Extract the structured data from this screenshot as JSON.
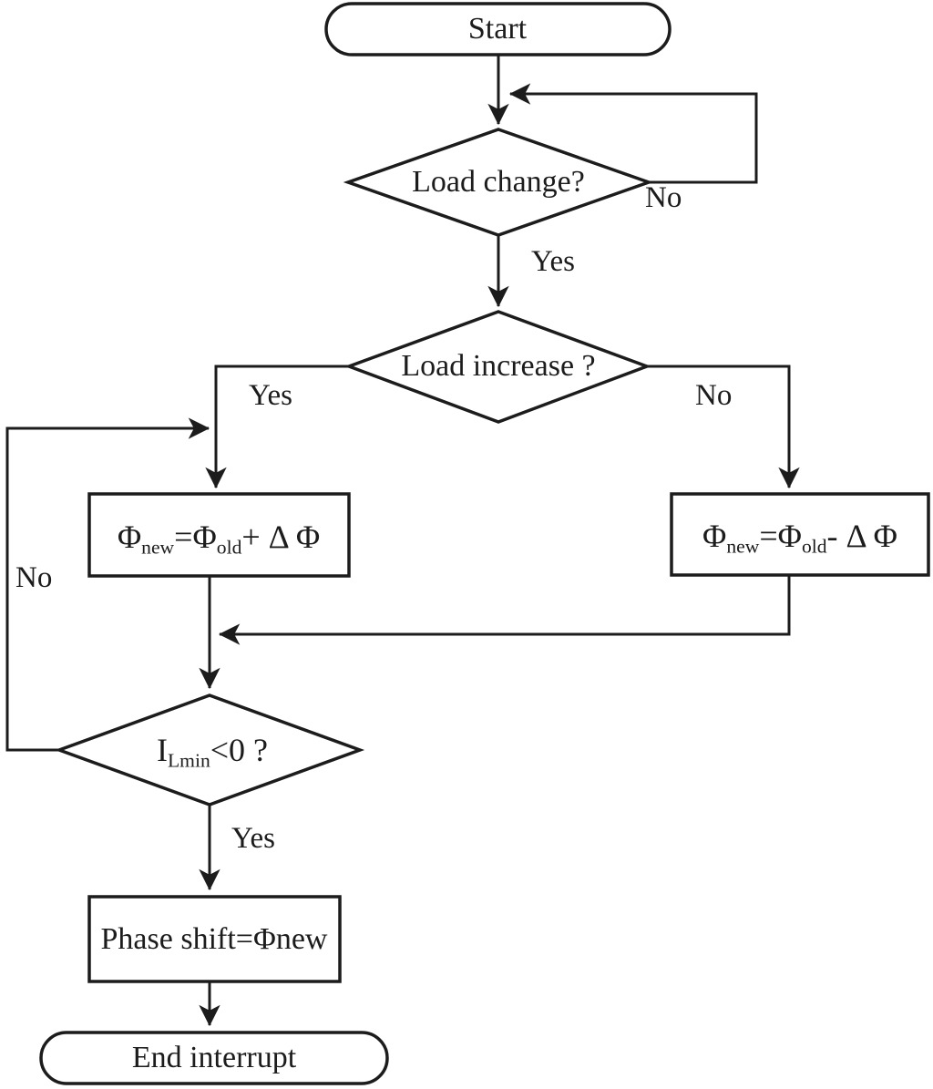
{
  "flowchart": {
    "nodes": {
      "start": {
        "type": "terminator",
        "label": "Start"
      },
      "load_change": {
        "type": "decision",
        "label": "Load change?"
      },
      "load_increase": {
        "type": "decision",
        "label": "Load increase ?"
      },
      "phi_increase": {
        "type": "process",
        "formula": "Φ_{new}=Φ_{old}+ Δ Φ"
      },
      "phi_decrease": {
        "type": "process",
        "formula": "Φ_{new}=Φ_{old}- Δ Φ"
      },
      "ilmin": {
        "type": "decision",
        "formula": "I_{Lmin}<0 ?"
      },
      "phase_shift": {
        "type": "process",
        "label": "Phase shift=Φnew"
      },
      "end": {
        "type": "terminator",
        "label": "End interrupt"
      }
    },
    "edge_labels": {
      "load_change_no": "No",
      "load_change_yes": "Yes",
      "load_increase_yes": "Yes",
      "load_increase_no": "No",
      "ilmin_no": "No",
      "ilmin_yes": "Yes"
    },
    "colors": {
      "line": "#1c1c1c",
      "background": "#ffffff"
    }
  }
}
